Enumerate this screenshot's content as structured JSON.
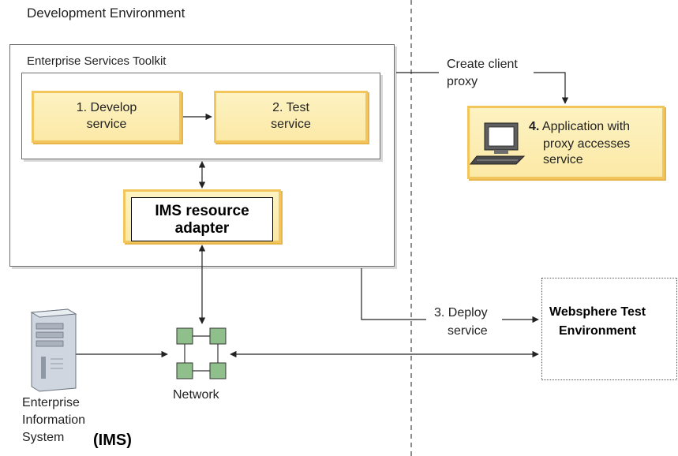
{
  "titles": {
    "dev_environment": "Development Environment",
    "toolkit": "Enterprise Services Toolkit"
  },
  "steps": {
    "develop_line1": "1. Develop",
    "develop_line2": "service",
    "test_line1": "2. Test",
    "test_line2": "service",
    "deploy_line1": "3. Deploy",
    "deploy_line2": "service",
    "app_number": "4.",
    "app_line1": "Application with",
    "app_line2": "proxy accesses",
    "app_line3": "service"
  },
  "labels": {
    "create_proxy_line1": "Create client",
    "create_proxy_line2": "proxy",
    "ims_adapter_line1": "IMS resource",
    "ims_adapter_line2": "adapter",
    "network": "Network",
    "eis_line1": "Enterprise",
    "eis_line2": "Information",
    "eis_line3": "System",
    "ims": "(IMS)",
    "websphere_line1": "Websphere Test",
    "websphere_line2": "Environment"
  },
  "icons": {
    "server": "server-tower-icon",
    "network": "network-hub-icon",
    "computer": "desktop-computer-icon"
  },
  "colors": {
    "step_fill": "#fbe9a6",
    "step_border": "#f2c65c",
    "network_node": "#8fbf8a"
  }
}
